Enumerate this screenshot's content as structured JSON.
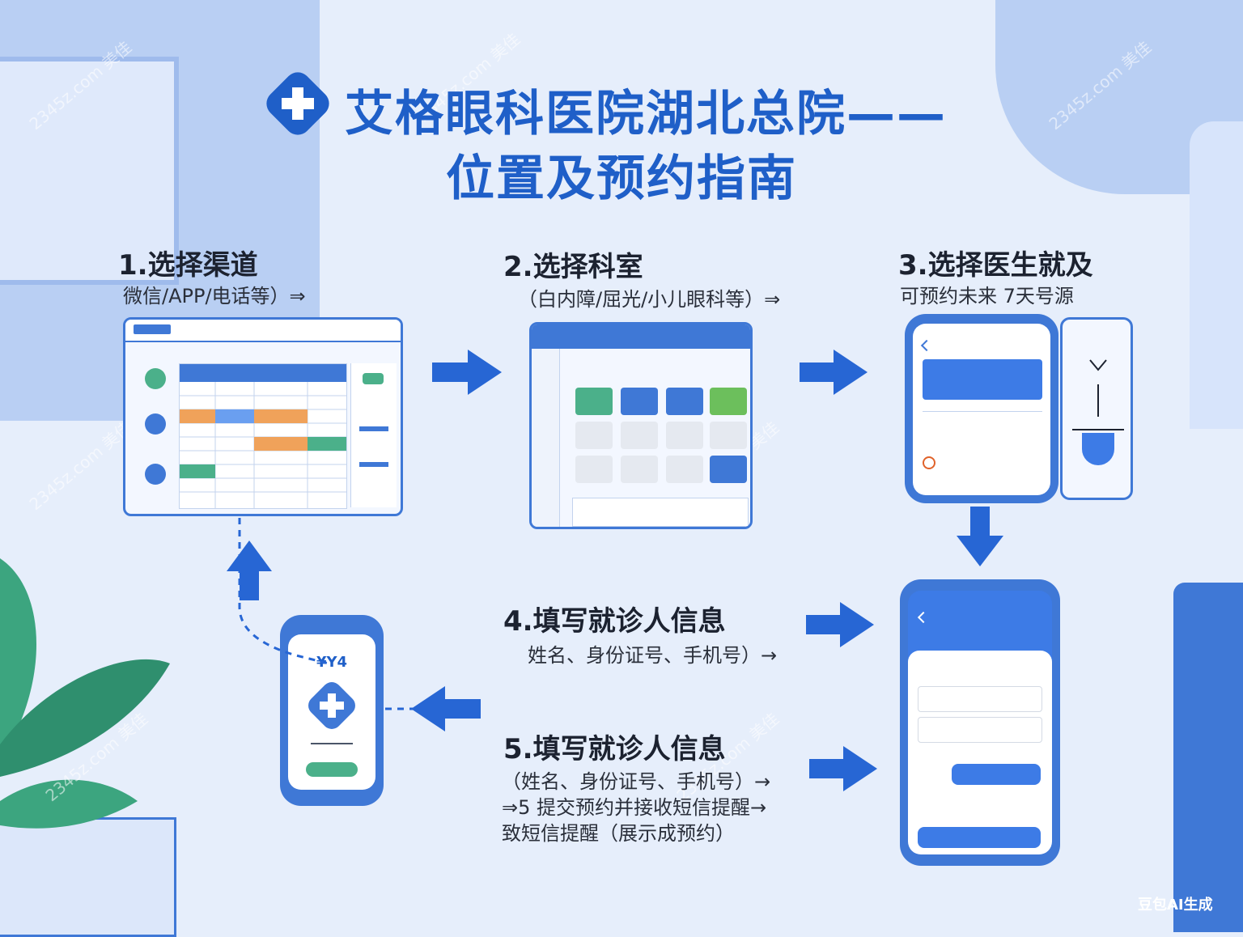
{
  "header": {
    "title_line1": "艾格眼科医院湖北总院——",
    "title_line2": "位置及预约指南"
  },
  "steps": [
    {
      "title": "1.选择渠道",
      "subtitle": "微信/APP/电话等）⇒"
    },
    {
      "title": "2.选择科室",
      "subtitle": "（白内障/屈光/小儿眼科等）⇒"
    },
    {
      "title": "3.选择医生就及",
      "subtitle": "可预约未来 7天号源"
    },
    {
      "title": "4.填写就诊人信息",
      "subtitle": "姓名、身份证号、手机号）→"
    },
    {
      "title": "5.填写就诊人信息",
      "lines": [
        "（姓名、身份证号、手机号）→",
        "⇒5 提交预约并接收短信提醒→",
        "致短信提醒（展示成预约）"
      ]
    }
  ],
  "phone_confirm": {
    "price": "¥Y4"
  },
  "footer": {
    "ai_label": "豆包AI生成"
  },
  "watermark": {
    "text": "2345z.com 美佳"
  },
  "colors": {
    "accent": "#1f5fc8",
    "frame": "#3f78d6",
    "bg": "#e6eefb",
    "green": "#4bb08a",
    "orange": "#f0a25a"
  },
  "icons": [
    "medical-cross-icon",
    "arrow-right-icon",
    "arrow-down-icon",
    "arrow-up-icon",
    "arrow-left-icon",
    "back-chevron-icon",
    "leaf-icon"
  ]
}
